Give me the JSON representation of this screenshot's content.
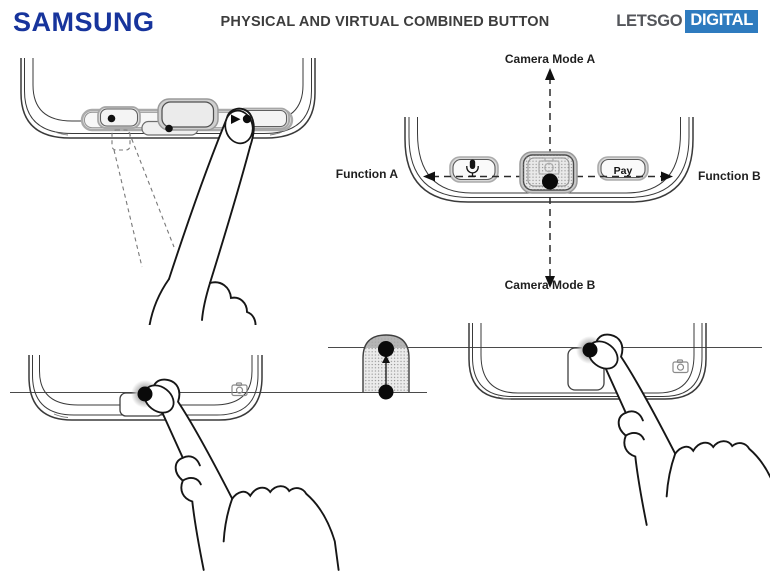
{
  "header": {
    "brand": "SAMSUNG",
    "title": "PHYSICAL AND VIRTUAL COMBINED BUTTON",
    "site_logo": {
      "primary": "LETSGO",
      "secondary": "DIGITAL"
    }
  },
  "diagram": {
    "labels": {
      "camera_mode_a": "Camera Mode A",
      "camera_mode_b": "Camera Mode B",
      "function_a": "Function A",
      "function_b": "Function B",
      "pay": "Pay"
    },
    "icons": [
      "microphone-icon",
      "camera-icon"
    ]
  },
  "colors": {
    "samsung_blue": "#17349c",
    "letsgo_text_gray": "#54565b",
    "letsgo_box_blue": "#2e7bbf",
    "title_gray": "#3d3d3d",
    "line_art": "#3a3a3a"
  }
}
